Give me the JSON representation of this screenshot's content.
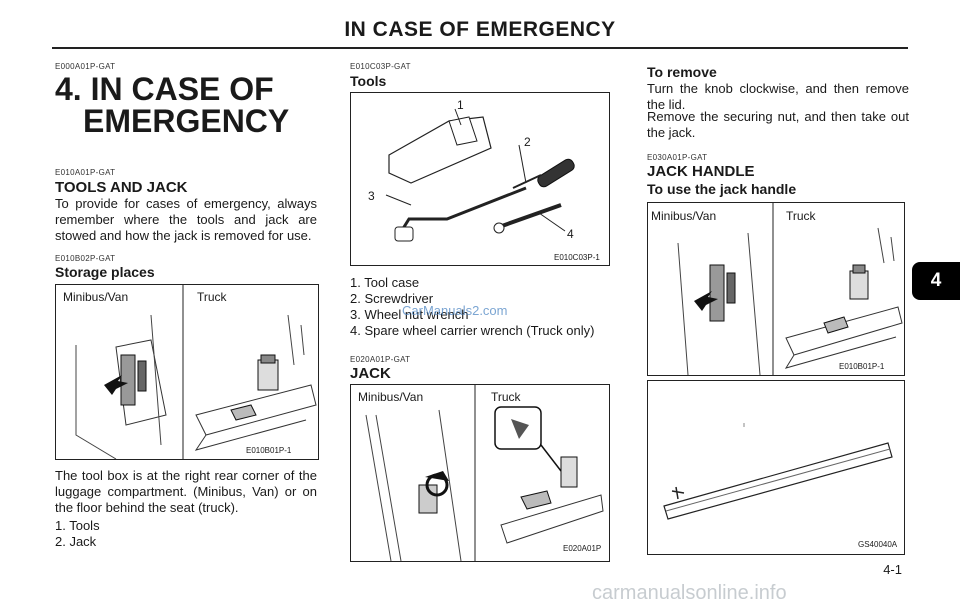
{
  "header": {
    "title": "IN CASE OF EMERGENCY"
  },
  "left": {
    "chapter_code": "E000A01P-GAT",
    "chapter_title_line1": "4. IN CASE OF",
    "chapter_title_line2": "EMERGENCY",
    "tools_code": "E010A01P-GAT",
    "tools_heading": "TOOLS AND JACK",
    "tools_text": "To provide for cases of emergency, always remember where the tools and jack are stowed and how the jack is removed for use.",
    "storage_code": "E010B02P-GAT",
    "storage_heading": "Storage places",
    "fig": {
      "label_left": "Minibus/Van",
      "label_right": "Truck",
      "code": "E010B01P-1"
    },
    "storage_text": "The tool box is at the right rear corner of the luggage compartment. (Minibus, Van) or on the floor behind the seat (truck).",
    "items": [
      "1.  Tools",
      "2.  Jack"
    ]
  },
  "middle": {
    "tools_code": "E010C03P-GAT",
    "tools_heading": "Tools",
    "tools_fig": {
      "callouts": [
        "1",
        "2",
        "3",
        "4"
      ],
      "code": "E010C03P-1"
    },
    "tools_list": [
      "1.  Tool case",
      "2.  Screwdriver",
      "3.  Wheel nut wrench",
      "4.  Spare wheel carrier wrench (Truck only)"
    ],
    "jack_code": "E020A01P-GAT",
    "jack_heading": "JACK",
    "jack_fig": {
      "label_left": "Minibus/Van",
      "label_right": "Truck",
      "code": "E020A01P"
    }
  },
  "right": {
    "remove_heading": "To remove",
    "remove_text1": "Turn the knob clockwise, and then remove the lid.",
    "remove_text2": "Remove the securing nut, and then take out the jack.",
    "handle_code": "E030A01P-GAT",
    "handle_heading": "JACK HANDLE",
    "handle_subheading": "To use the jack handle",
    "fig1": {
      "label_left": "Minibus/Van",
      "label_right": "Truck",
      "code": "E010B01P-1"
    },
    "fig2": {
      "code": "GS40040A"
    }
  },
  "side_tab": "4",
  "page_number": "4-1",
  "watermarks": {
    "top": "CarManuals2.com",
    "bottom": "carmanualsonline.info"
  }
}
